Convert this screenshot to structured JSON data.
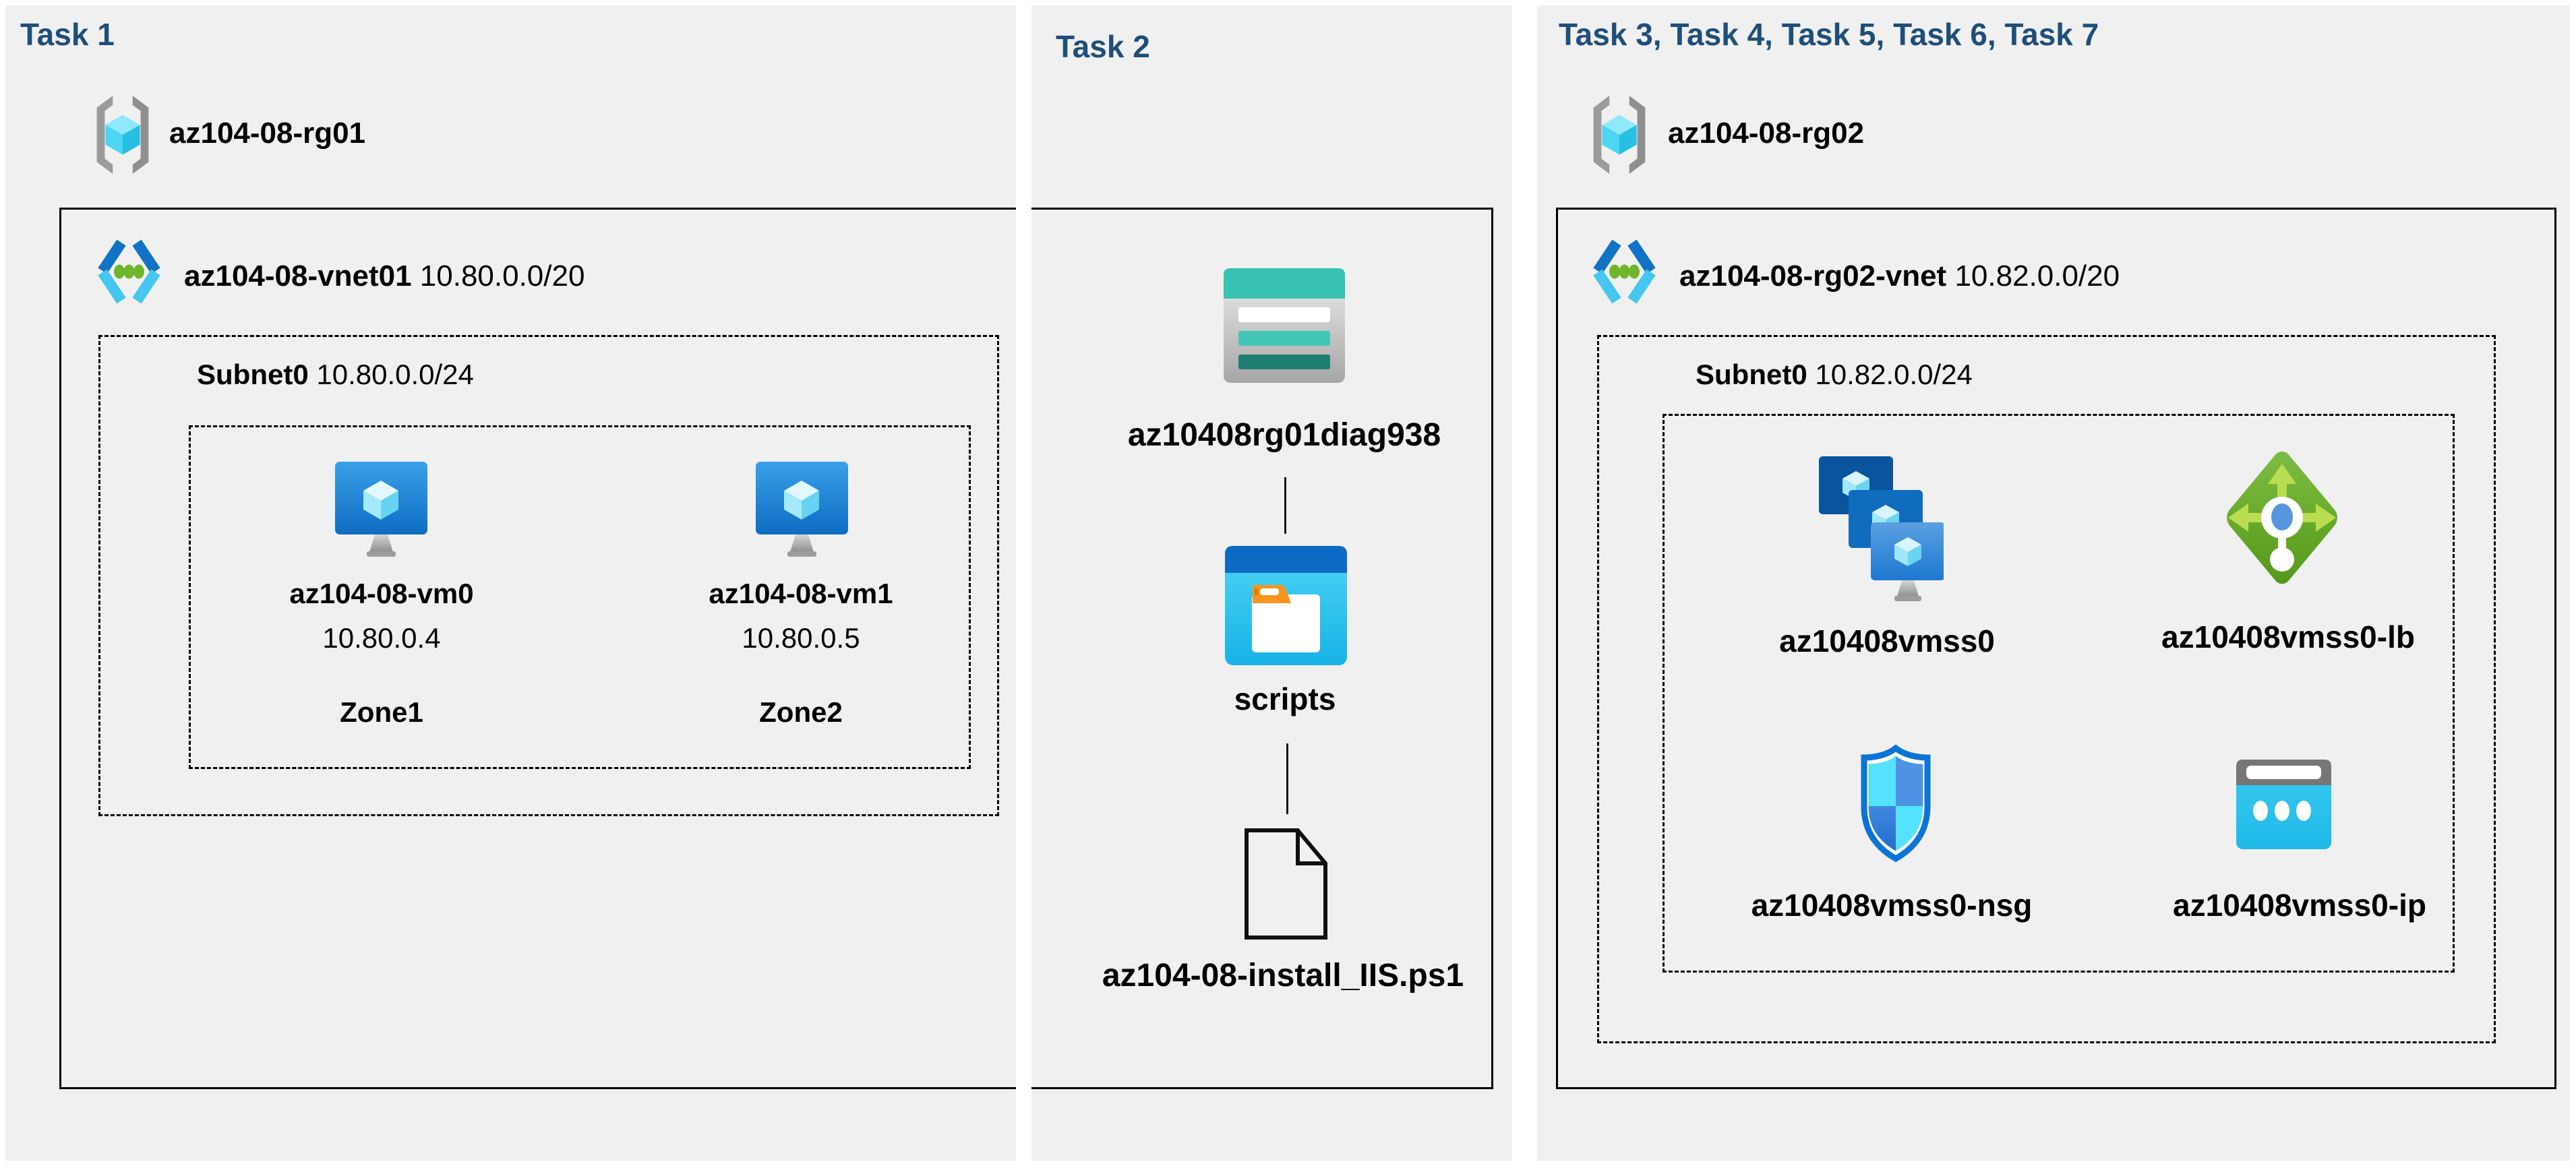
{
  "panels": [
    {
      "header": "Task 1",
      "resource_group": {
        "name": "az104-08-rg01"
      },
      "vnet": {
        "name": "az104-08-vnet01",
        "cidr": "10.80.0.0/20"
      },
      "subnet": {
        "name": "Subnet0",
        "cidr": "10.80.0.0/24"
      },
      "vms": [
        {
          "name": "az104-08-vm0",
          "ip": "10.80.0.4",
          "zone": "Zone1"
        },
        {
          "name": "az104-08-vm1",
          "ip": "10.80.0.5",
          "zone": "Zone2"
        }
      ]
    },
    {
      "header": "Task 2",
      "storage_account": {
        "name": "az10408rg01diag938",
        "type": "storage-account"
      },
      "folder": {
        "name": "scripts",
        "type": "blob-container"
      },
      "file": {
        "name": "az104-08-install_IIS.ps1",
        "type": "powershell-script-file"
      }
    },
    {
      "header": "Task 3, Task 4, Task 5, Task 6, Task 7",
      "resource_group": {
        "name": "az104-08-rg02"
      },
      "vnet": {
        "name": "az104-08-rg02-vnet",
        "cidr": "10.82.0.0/20"
      },
      "subnet": {
        "name": "Subnet0",
        "cidr": "10.82.0.0/24"
      },
      "resources": [
        {
          "name": "az10408vmss0",
          "type": "virtual-machine-scale-set"
        },
        {
          "name": "az10408vmss0-lb",
          "type": "load-balancer"
        },
        {
          "name": "az10408vmss0-nsg",
          "type": "network-security-group"
        },
        {
          "name": "az10408vmss0-ip",
          "type": "public-ip-address"
        }
      ]
    }
  ],
  "colors": {
    "task_header_text": "#1F4E79",
    "panel_background": "#F0F0F0",
    "outline_black": "#000000",
    "azure_blue": "#0078D4",
    "vnet_chevron_dark": "#1173C5",
    "vnet_chevron_light": "#45C7F0",
    "vnet_dot_green": "#6EB62C",
    "storage_teal": "#38C2B1",
    "storage_dark_teal": "#1F7E72",
    "folder_orange": "#F7941E",
    "lb_green": "#6DB33F",
    "ip_cyan": "#29C3E8"
  }
}
